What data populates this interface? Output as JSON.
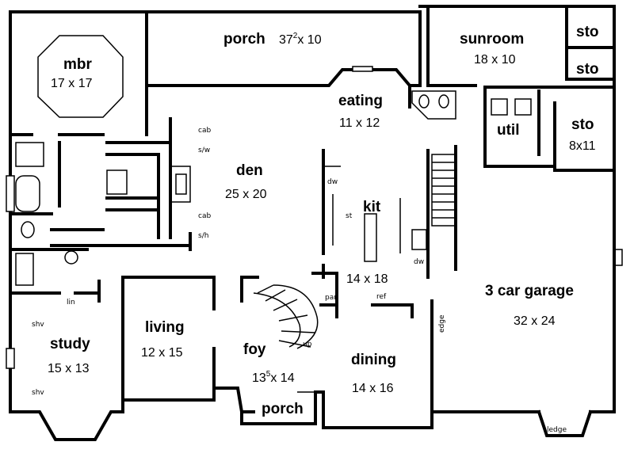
{
  "rooms": {
    "porch_rear": {
      "name": "porch",
      "dims": "37",
      "dims_sup": "2",
      "dims_tail": "x 10"
    },
    "mbr": {
      "name": "mbr",
      "dims": "17 x 17"
    },
    "sunroom": {
      "name": "sunroom",
      "dims": "18 x 10"
    },
    "sto_top": {
      "name": "sto"
    },
    "sto_mid": {
      "name": "sto"
    },
    "eating": {
      "name": "eating",
      "dims": "11 x 12"
    },
    "util": {
      "name": "util"
    },
    "sto_right": {
      "name": "sto",
      "dims": "8x11"
    },
    "den": {
      "name": "den",
      "dims": "25 x 20"
    },
    "kit": {
      "name": "kit",
      "dims": "14 x 18"
    },
    "garage": {
      "name": "3 car garage",
      "dims": "32 x 24"
    },
    "living": {
      "name": "living",
      "dims": "12 x 15"
    },
    "study": {
      "name": "study",
      "dims": "15 x 13"
    },
    "foy": {
      "name": "foy",
      "dims": "13",
      "dims_sup": "5",
      "dims_tail": "x 14"
    },
    "dining": {
      "name": "dining",
      "dims": "14 x 16"
    },
    "porch_front": {
      "name": "porch"
    }
  },
  "labels": {
    "cab": "cab",
    "sw": "s/w",
    "cab2": "cab",
    "sh": "s/h",
    "dw": "dw",
    "st": "st",
    "dw2": "dw",
    "ref": "ref",
    "edge": "edge",
    "ledge": "ledge",
    "pan": "pan",
    "up": "up",
    "lin": "lin",
    "shv1": "shv",
    "shv2": "shv"
  }
}
